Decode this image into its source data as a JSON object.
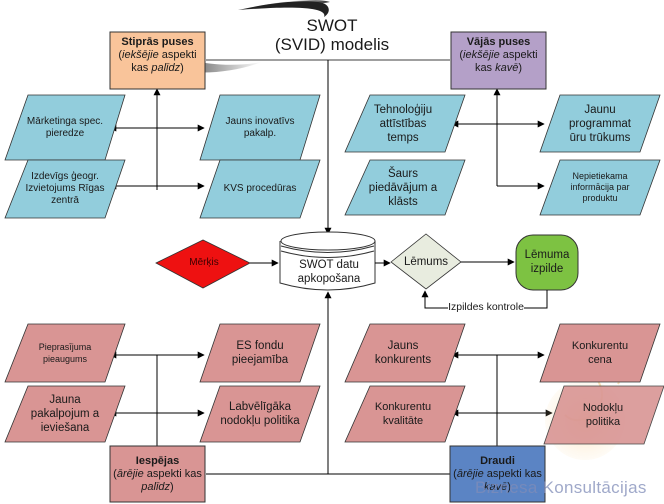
{
  "title": {
    "line1": "SWOT",
    "line2": "(SVID) modelis"
  },
  "quadrants": {
    "strengths": {
      "heading": "Stiprās puses",
      "sub_italic_1": "iekšējie",
      "sub_text_1": " aspekti",
      "sub_text_2": "kas ",
      "sub_italic_2": "palīdz",
      "sub_text_3": ")",
      "color": "#f9c49a",
      "items": [
        "Mārketinga spec. pieredze",
        "Jauns inovatīvs pakalp.",
        "Izdevīgs ģeogr. Izvietojums Rīgas zentrā",
        "KVS procedūras"
      ]
    },
    "weaknesses": {
      "heading": "Vājās puses",
      "sub_italic_1": "iekšējie",
      "sub_text_1": " aspekti",
      "sub_text_2": "kas ",
      "sub_italic_2": "kavē",
      "sub_text_3": ")",
      "color": "#b4a0c8",
      "items": [
        "Tehnoloģiju attīstības temps",
        "Jaunu programmat ūru trūkums",
        "Šaurs piedāvājum a klāsts",
        "Nepietiekama informācija par produktu"
      ]
    },
    "opportunities": {
      "heading": "Iespējas",
      "sub_italic_1": "ārējie",
      "sub_text_1": " aspekti kas",
      "sub_italic_2": "palīdz",
      "sub_text_3": ")",
      "color": "#d99594",
      "items": [
        "Pieprasījuma pieaugums",
        "ES fondu pieejamība",
        "Jauna pakalpojum a ieviešana",
        "Labvēlīgāka nodokļu politika"
      ]
    },
    "threats": {
      "heading": "Draudi",
      "sub_italic_1": "ārējie",
      "sub_text_1": " aspekti kas",
      "sub_italic_2": "kavē",
      "sub_text_3": ")",
      "color": "#5b84c4",
      "items": [
        "Jauns konkurents",
        "Konkurentu cena",
        "Konkurentu kvalitāte",
        "Nodokļu politika"
      ]
    }
  },
  "flow": {
    "goal": "Mērķis",
    "data_store": "SWOT datu apkopošana",
    "decision": "Lēmums",
    "execution": "Lēmuma izpilde",
    "control": "Izpildes kontrole"
  },
  "colors": {
    "strength_item": "#92cddc",
    "weak_item": "#92cddc",
    "opp_item": "#d99594",
    "threat_item": "#d99594",
    "goal": "#ee1111",
    "decision": "#e8ecdf",
    "execution": "#7dc242"
  },
  "watermark": "Biznesa Konsultācijas"
}
